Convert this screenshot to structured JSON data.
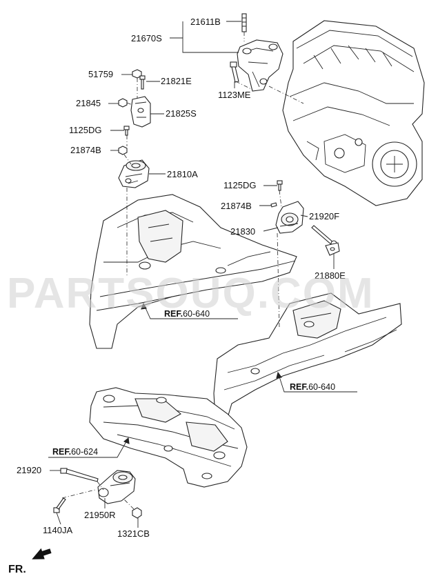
{
  "labels": {
    "p21611B": "21611B",
    "p21670S": "21670S",
    "p51759": "51759",
    "p21821E": "21821E",
    "p1123ME": "1123ME",
    "p21845": "21845",
    "p21825S": "21825S",
    "p1125DG_left": "1125DG",
    "p21874B_left": "21874B",
    "p21810A": "21810A",
    "p1125DG_right": "1125DG",
    "p21874B_right": "21874B",
    "p21920F": "21920F",
    "p21830": "21830",
    "p21880E": "21880E",
    "p21920": "21920",
    "p21950R": "21950R",
    "p1140JA": "1140JA",
    "p1321CB": "1321CB"
  },
  "refs": {
    "ref1_bold": "REF.",
    "ref1_num": "60-640",
    "ref2_bold": "REF.",
    "ref2_num": "60-640",
    "ref3_bold": "REF.",
    "ref3_num": "60-624"
  },
  "front_label": "FR.",
  "watermark": "PARTSOUQ.COM"
}
